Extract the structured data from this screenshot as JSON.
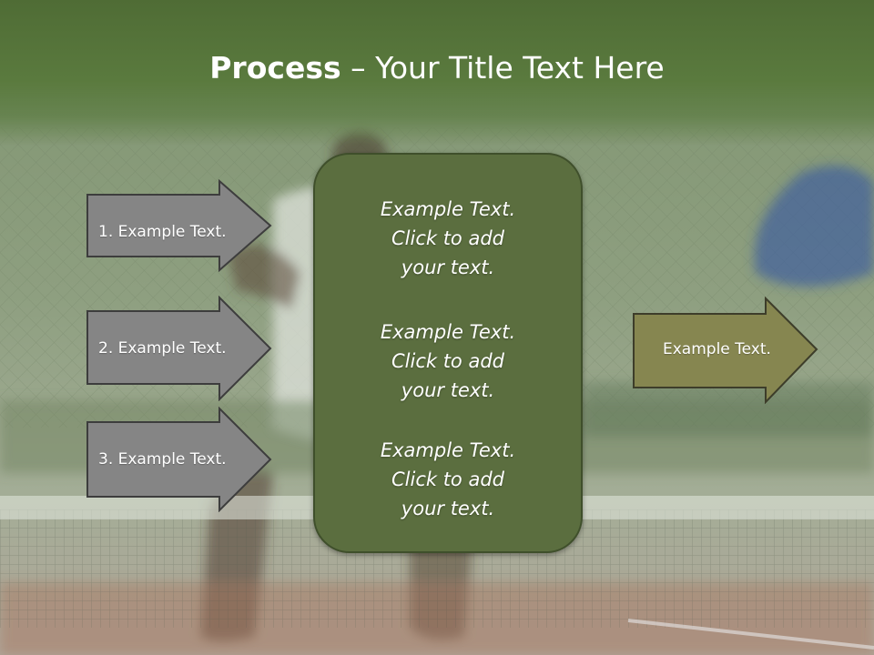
{
  "slide": {
    "title_bold": "Process",
    "title_rest": " – Your Title Text Here"
  },
  "left_arrows": [
    {
      "label": "1. Example Text."
    },
    {
      "label": "2. Example Text."
    },
    {
      "label": "3. Example Text."
    }
  ],
  "center_box": {
    "paragraphs": [
      "Example Text.\nClick  to add\nyour text.",
      "Example Text.\nClick  to add\nyour text.",
      "Example Text.\nClick  to add\nyour text."
    ]
  },
  "right_arrow": {
    "label": "Example Text."
  },
  "colors": {
    "title_band": "#4f6c35",
    "left_arrow_fill": "#858585",
    "center_box_fill": "#5b6e3f",
    "right_arrow_fill": "#868650",
    "text": "#ffffff"
  }
}
